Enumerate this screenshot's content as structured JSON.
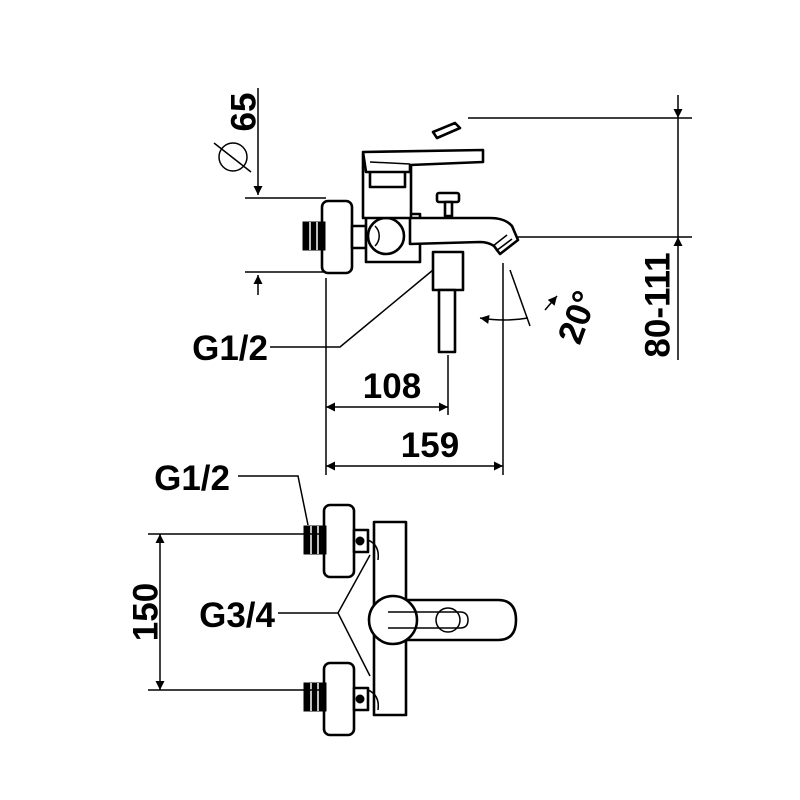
{
  "diagram": {
    "type": "technical drawing",
    "subject": "bath mixer tap",
    "line_color": "#000000",
    "background": "#ffffff"
  },
  "dimensions": {
    "dia_65": "65",
    "dim_108": "108",
    "dim_159": "159",
    "dim_80_111": "80-111",
    "dim_150": "150",
    "angle_20": "20°"
  },
  "threads": {
    "side_view_inlet": "G1/2",
    "front_view_inlet": "G1/2",
    "front_view_outlet": "G3/4"
  }
}
